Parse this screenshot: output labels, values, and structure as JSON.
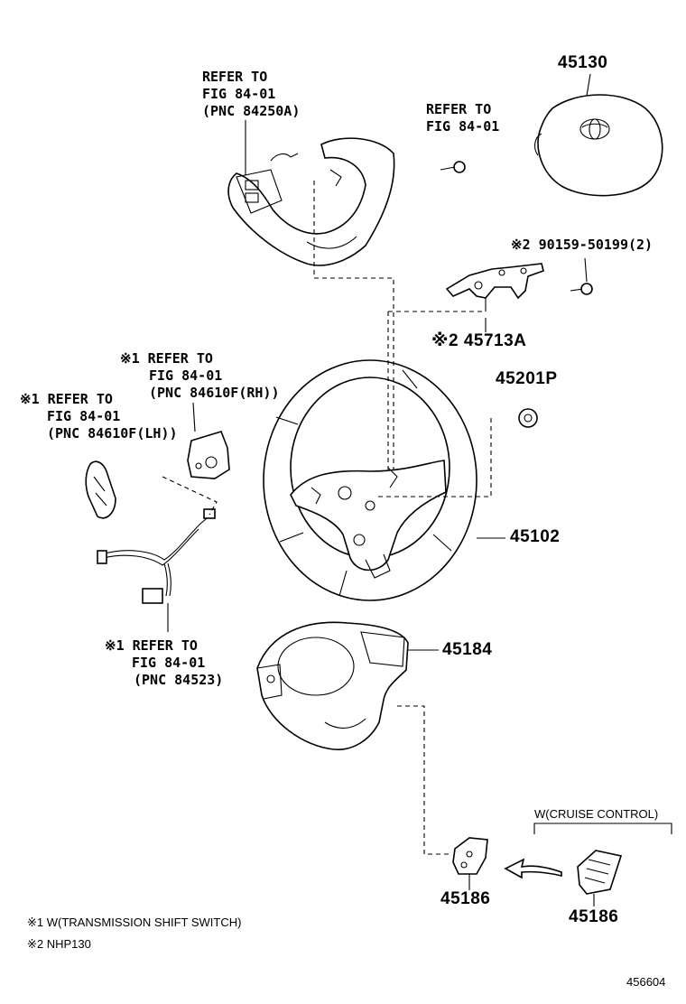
{
  "labels": {
    "ref_pnc84250a": [
      "REFER TO",
      "FIG 84-01",
      "(PNC 84250A)"
    ],
    "ref_fig_top": [
      "REFER TO",
      "FIG 84-01"
    ],
    "ref_pnc84610f_rh": [
      "※1 REFER TO",
      "FIG 84-01",
      "(PNC 84610F(RH))"
    ],
    "ref_pnc84610f_lh": [
      "※1 REFER TO",
      "FIG 84-01",
      "(PNC 84610F(LH))"
    ],
    "ref_pnc84523": [
      "※1 REFER TO",
      "FIG 84-01",
      "(PNC 84523)"
    ],
    "bolt_note": "※2 90159-50199(2)",
    "part_45130": "45130",
    "part_45713a": "※2 45713A",
    "part_45201p": "45201P",
    "part_45102": "45102",
    "part_45184": "45184",
    "part_45186_left": "45186",
    "part_45186_right": "45186",
    "cruise_label": "W(CRUISE CONTROL)"
  },
  "footnotes": {
    "note1": "※1 W(TRANSMISSION SHIFT SWITCH)",
    "note2": "※2 NHP130"
  },
  "figure_id": "456604",
  "icons": [
    "airbag-icon",
    "steering-cover-icon",
    "bracket-icon",
    "bolt-icon",
    "clip-icon",
    "steering-wheel-icon",
    "lower-cover-icon",
    "switch-icon",
    "wire-harness-icon",
    "paddle-switch-icon",
    "arrow-icon"
  ]
}
